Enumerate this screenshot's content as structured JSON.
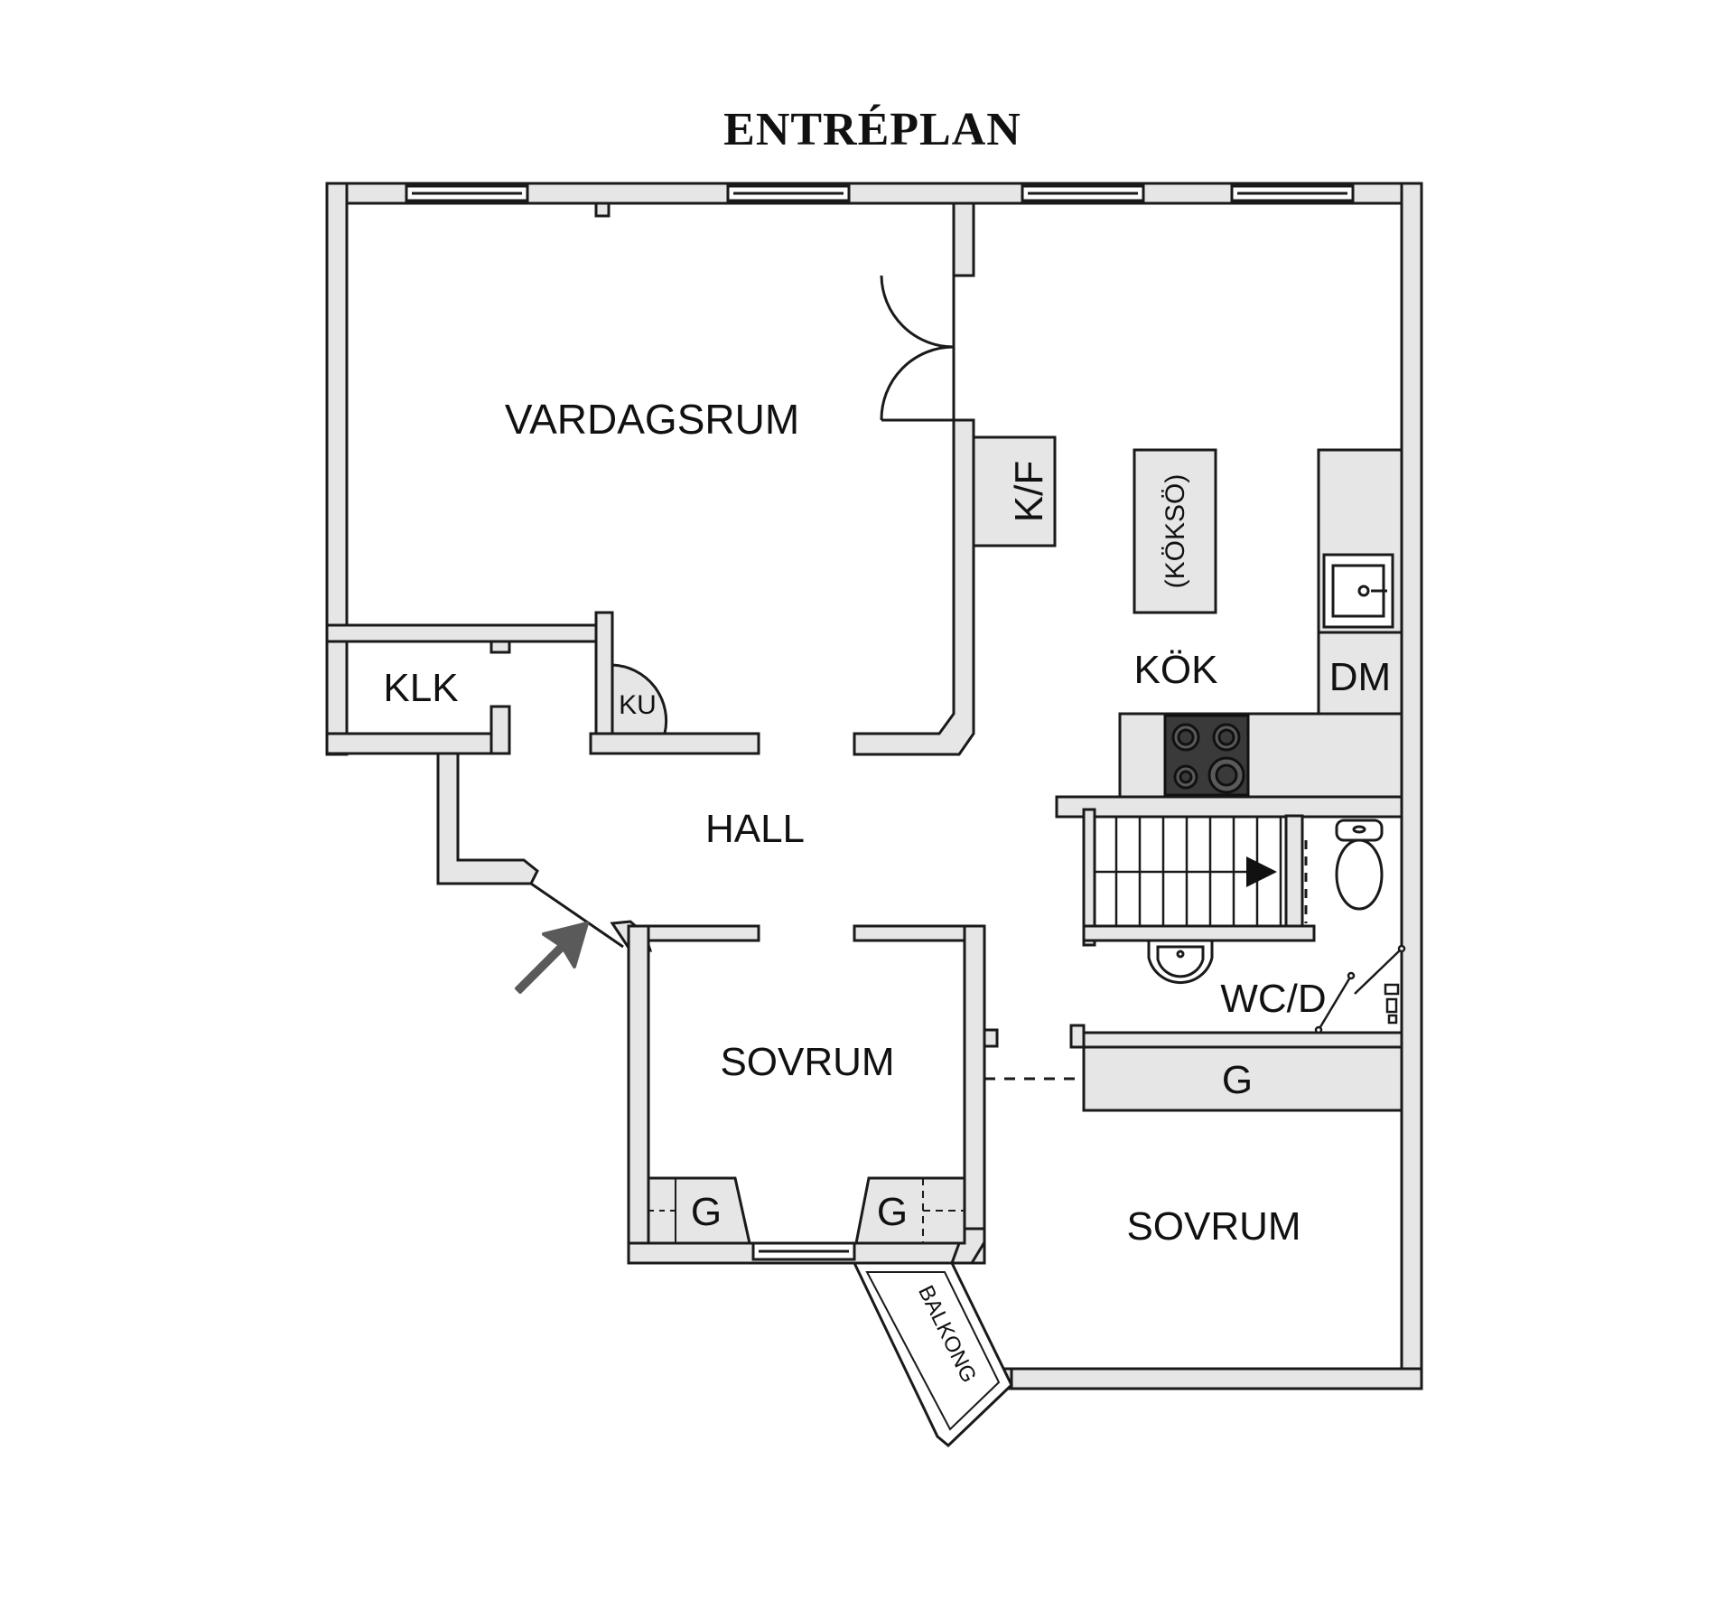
{
  "title": "ENTRÉPLAN",
  "rooms": {
    "vardagsrum": "VARDAGSRUM",
    "kf": "K/F",
    "koksoe": "(KÖKSÖ)",
    "kok": "KÖK",
    "dm": "DM",
    "klk": "KLK",
    "ku": "KU",
    "hall": "HALL",
    "sovrum_1": "SOVRUM",
    "sovrum_2": "SOVRUM",
    "wcd": "WC/D",
    "g_closet_right": "G",
    "g_closet_left_a": "G",
    "g_closet_left_b": "G",
    "balkong": "BALKONG"
  },
  "colors": {
    "wall_fill": "#e6e6e6",
    "wall_stroke": "#1a1a1a",
    "stove": "#3a3a3a",
    "entrance_arrow": "#5a5a5a"
  },
  "icons": {
    "entrance": "entrance-arrow-icon",
    "stair_direction": "stair-arrow-icon",
    "sink": "sink-icon",
    "stove": "stove-icon",
    "toilet": "toilet-icon",
    "washbasin": "washbasin-icon",
    "shower": "shower-icon"
  }
}
